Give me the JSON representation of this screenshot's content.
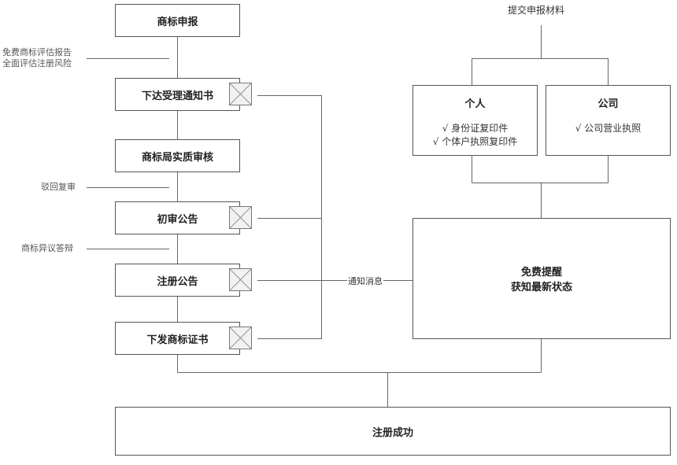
{
  "steps": {
    "apply": "商标申报",
    "notice": "下达受理通知书",
    "review": "商标局实质审核",
    "prelim": "初审公告",
    "register": "注册公告",
    "certificate": "下发商标证书",
    "success": "注册成功"
  },
  "side_notes": {
    "evaluation_line1": "免费商标评估报告",
    "evaluation_line2": "全面评估注册风险",
    "rejection": "驳回复审",
    "objection": "商标异议答辩"
  },
  "materials": {
    "title": "提交申报材料",
    "individual": {
      "title": "个人",
      "items": [
        "√ 身份证复印件",
        "√ 个体户执照复印件"
      ]
    },
    "company": {
      "title": "公司",
      "items": [
        "√ 公司营业执照"
      ]
    }
  },
  "reminder": {
    "line1": "免费提醒",
    "line2": "获知最新状态"
  },
  "notify_label": "通知消息"
}
